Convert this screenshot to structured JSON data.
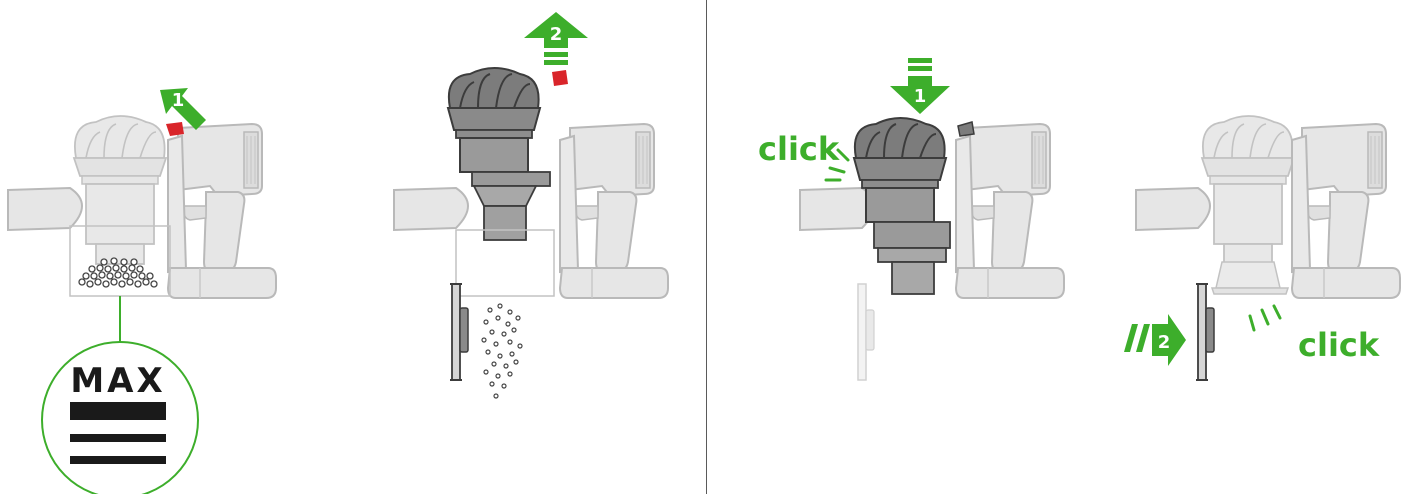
{
  "diagram": {
    "max_label": "MAX",
    "step_numbers": [
      "1",
      "2",
      "1",
      "2"
    ],
    "click_labels": [
      "click",
      "click"
    ],
    "colors": {
      "green": "#3dae2b",
      "red": "#d9252a",
      "light_body": "#e6e6e6",
      "light_stroke": "#b9b9b9",
      "dark_body": "#7c7c7c",
      "dark_stroke": "#3c3c3c",
      "debris": "#555555"
    },
    "icons": [
      "vacuum-icon",
      "cyclone-icon",
      "bin-door-icon",
      "arrow-icon",
      "debris-icon",
      "max-line-icon"
    ]
  }
}
